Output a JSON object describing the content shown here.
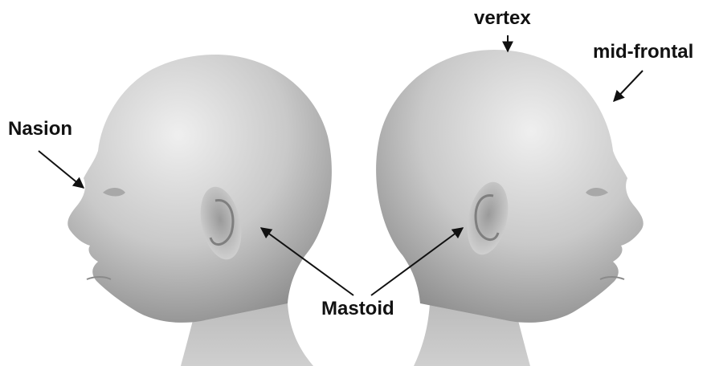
{
  "labels": {
    "nasion": "Nasion",
    "vertex": "vertex",
    "mid_frontal": "mid-frontal",
    "mastoid": "Mastoid"
  },
  "colors": {
    "head_light": "#eeeeee",
    "head_mid": "#c4c4c4",
    "head_dark": "#8f8f8f",
    "arrow": "#111111",
    "text": "#111111",
    "background": "#ffffff"
  },
  "figure": {
    "subject": "two head models in profile facing away from each other",
    "icons": [
      "left-head-icon",
      "right-head-icon",
      "ear-icon"
    ]
  }
}
